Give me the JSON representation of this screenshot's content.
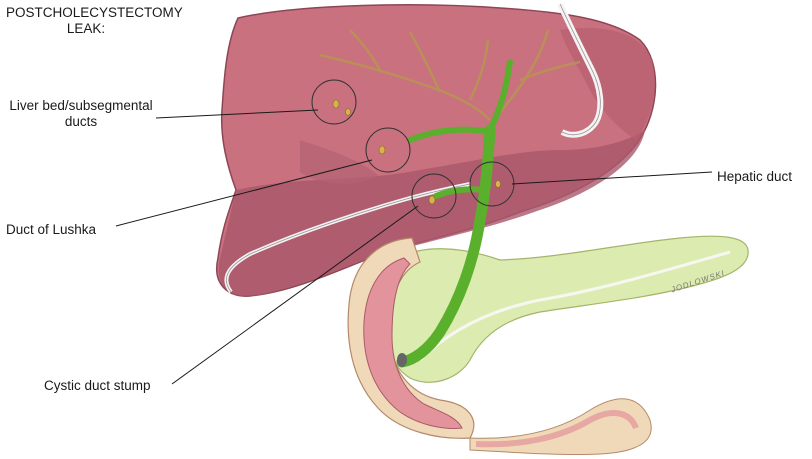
{
  "title_lines": [
    "POSTCHOLECYSTECTOMY",
    "LEAK:"
  ],
  "labels": {
    "liver_bed_lines": [
      "Liver bed/subsegmental",
      "ducts"
    ],
    "duct_of_lushka": "Duct of Lushka",
    "hepatic_duct": "Hepatic duct",
    "cystic_duct_stump": "Cystic duct stump"
  },
  "signature": "JODLOWSKI",
  "colors": {
    "liver": "#c9717f",
    "liver_shadow": "#a5505f",
    "bile_duct": "#5ab02c",
    "pancreas": "#dcebb0",
    "duodenum_wall": "#f0d9b8",
    "duodenum_mucosa": "#e2939b",
    "bile_leak": "#d8b24a",
    "vessel": "#f2f2f2"
  }
}
